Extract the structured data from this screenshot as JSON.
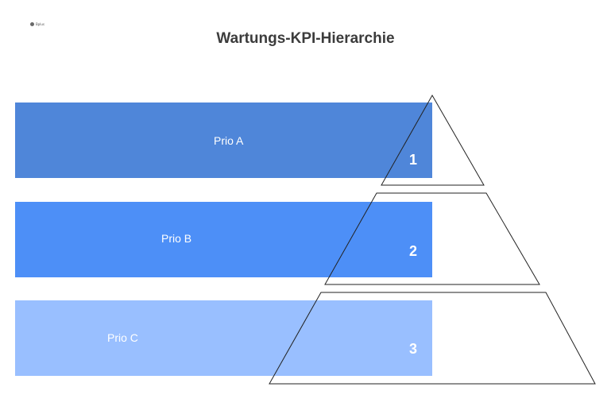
{
  "header": {
    "logo_text": "Bplus",
    "title": "Wartungs-KPI-Hierarchie"
  },
  "levels": [
    {
      "label": "Prio A",
      "number": "1",
      "color": "#4f86d9"
    },
    {
      "label": "Prio B",
      "number": "2",
      "color": "#4d8ff7"
    },
    {
      "label": "Prio C",
      "number": "3",
      "color": "#99bfff"
    }
  ]
}
